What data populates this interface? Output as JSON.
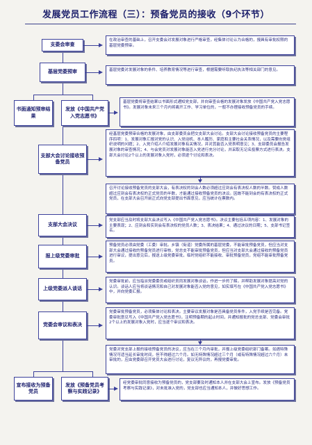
{
  "title": "发展党员工作流程（三）：预备党员的接收（9个环节）",
  "steps": [
    {
      "label": "支委会审查",
      "text": "在政治审查的基础上，召开支委会对发展对象进行严格审查，经集体讨论认为合格的，报具有审批权限的基层党委预审。"
    },
    {
      "label": "基层党委预审",
      "text": "基层党委对发展对象的条件、培养教育情况等进行审查，根据需要听取执纪执法等相关部门的意见。"
    },
    {
      "label_a": "书面通知预审结果",
      "label_b": "发放《中国共产党入党志愿书》",
      "text": "基层党委将审查结果以书面形式通知党支部，并向审查合格的发展对象发放《中国共产党入党志愿书》。发展对象未来三个月内将离开工作、学习单位的，一般不办理接收预备党员的手续。"
    },
    {
      "label": "支部大会讨论接收预备党员",
      "text": "经基层党委预审合格的发展对象，由支部委员会把交支部大会讨论。支部大会讨论接收预备党员的主要程序四项：1、发展对象汇报对党的认识、入党动机、本人履历、家庭和主要社会关系情况，以及需要向党组织说明的问题；2、入党介绍人介绍发展对象有关情况，并对其能否入党表明意见；3、支部委员会报告发展对象的审查情况；4、与会党员对发展对象能否入党进行充分讨论，并采取无记名投票方式进行表决。支部大会讨论2个以上的发展对象入党时，必须逐个讨论和表决。",
      "text2": "召开讨论接收预备党员的支部大会，有表决权的到会人数必须超过应到会有表决权人数的半数。赞成人数超过应到会有表决权的正式党员的半数，才能通过接收预备党员的决议。因故不能到会的有表决权的正式党员，在支部大会召开前正式向党支部提出书面意见，应当统计在票数内。"
    },
    {
      "label": "支部大会决议",
      "text": "党支部应当及时将支部大会决议写入《中国共产党入党志愿书》。决议主要包括五项内容：1、发展对象的主要表现；2、应到会和实到会有表决权的党员人数；3、表决结果；4、通过决议的日期；5、支部书记签名。"
    },
    {
      "label": "报上级党委审批",
      "text": "预备党员必须由党委（工委）审批。乡镇（街道）党委所属的基层党委，不能审批预备党员，但应当对支部大会通过接收的预备党员进行审核，党总支不能审批预备党员，但应当对支部大会通过接收的预备党员进行审议，提出意见后，报送上级党委审批，临时党组织不能接收、审批预备党员，党组不能审批预备党员。"
    },
    {
      "label": "上级党委派人谈话",
      "text": "党委审批前，应当指派党委委员或组织员同发展对象谈话，作进一步的了解，并帮助发展对象提高对党的认识。谈话人应当将谈话情况和自己对发展对象能否入党的意见，如实填写在《中国共产党入党志愿书》中，并向党委汇报。"
    },
    {
      "label": "党委会审议和表决",
      "text": "党委审批预备党员，必须集体讨论和表决。主要审议发展对象是否具备党员条件，入党手续是否完备。党委审批意见写入《中国共产党入党志愿书》，注明预备期的起止时间，并通知报批的党总支部、党委会审批2个以上的发展对象入党时，应当逐个审议和表决。",
      "text2": "党委对党支部上报的接收预备党员的决议，应当在三个月内审批，并报上级党委组织部门备案。如遇特殊情况可适当延长审批时间，但不得超过六个月。如无特殊情况超过三个月（或有特殊情况超过六个月）未审批的，应由党委部召开党员大会进行讨论，复议无异议的，再报党委审批。"
    },
    {
      "label_a": "宣布接收为预备党员",
      "label_b": "发放《预备党员考察与实践记录》",
      "text": "经党委审批同意接收为预备党员的，党支部要及时通知本人并在支部大会上宣布。发放《预备党员考察与实践记录》，对未批准入党的，党支部也应当通知本人，并做好思想工作。"
    }
  ]
}
